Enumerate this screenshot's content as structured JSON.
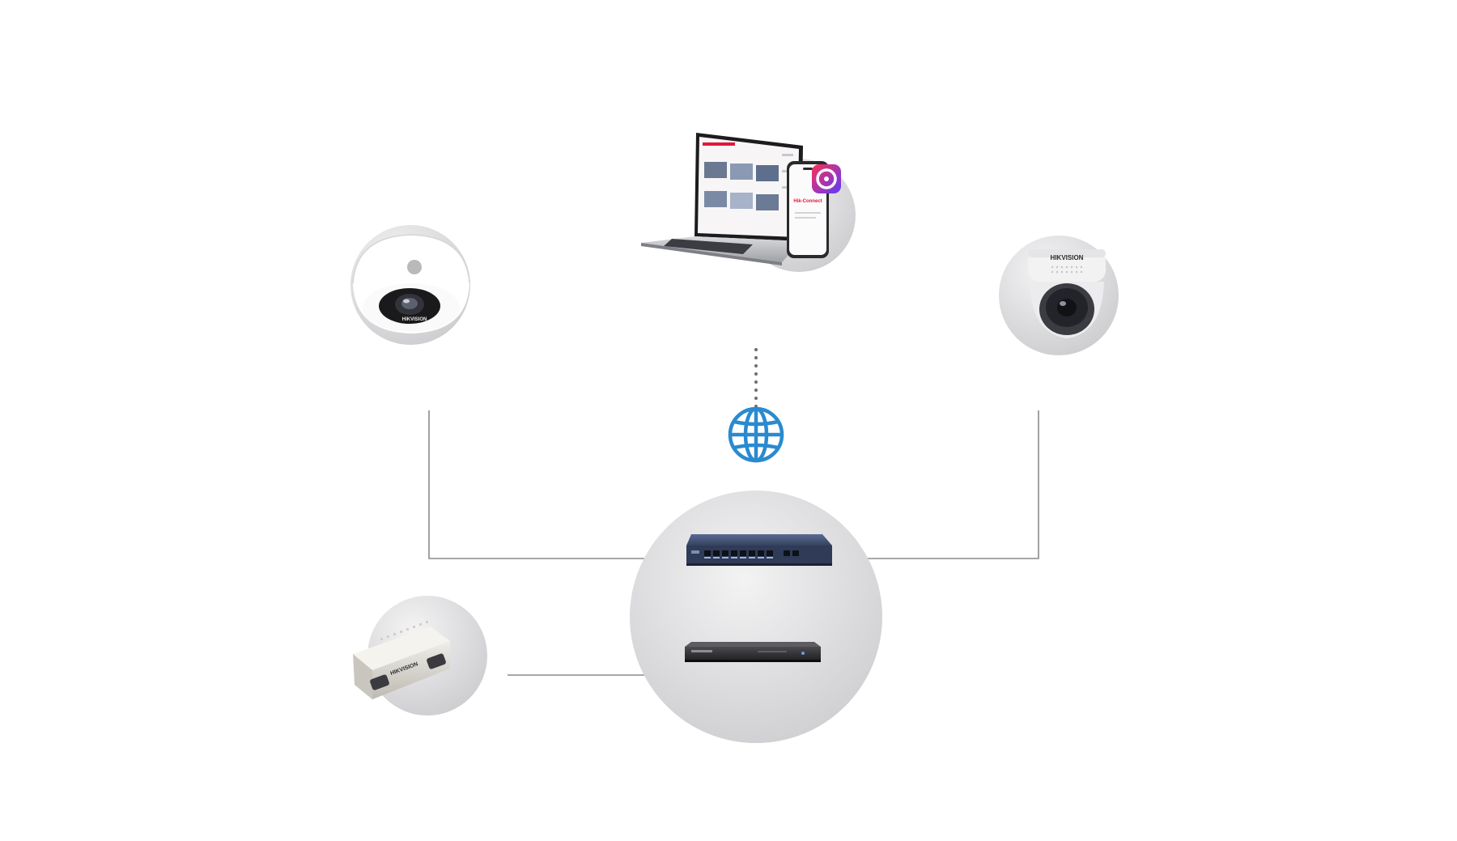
{
  "diagram": {
    "brand_label": "HIKVISION",
    "app_label": "Hik-Connect",
    "connections": [
      {
        "from": "fisheye-camera",
        "to": "network-switch",
        "style": "solid"
      },
      {
        "from": "dome-ptz-camera",
        "to": "network-switch",
        "style": "solid"
      },
      {
        "from": "people-counting-camera",
        "to": "nvr-hub",
        "style": "solid"
      },
      {
        "from": "laptop-phone-client",
        "to": "network-switch",
        "style": "dotted",
        "via": "internet-globe"
      }
    ]
  },
  "colors": {
    "line": "#8a8a8a",
    "dots": "#6e6e6e",
    "globe": "#2a8ad0",
    "circle_light": "#f1f1f2",
    "circle_dark": "#c9c9cc",
    "switch_body": "#3c4a6d",
    "nvr_body": "#2b2b2e",
    "app_accent": "#e4163a",
    "app_accent2": "#6a3cff"
  },
  "icons": [
    "laptop-icon",
    "smartphone-icon",
    "fisheye-camera-icon",
    "dome-camera-icon",
    "people-counting-camera-icon",
    "network-switch-icon",
    "nvr-icon",
    "globe-icon"
  ]
}
